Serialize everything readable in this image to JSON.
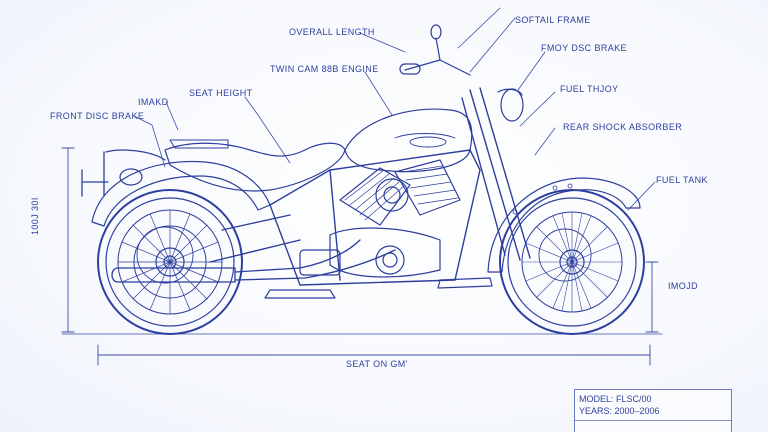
{
  "labels": {
    "overall_length": "OVERALL LENGTH",
    "softail_frame": "SOFTAIL FRAME",
    "front_disc_brake_right": "FMOY DSC BRAKE",
    "engine": "TWIN CAM 88B ENGINE",
    "fuel_top": "FUEL THJOY",
    "seat_height": "SEAT HEIGHT",
    "front_disc_brake_left": "FRONT DISC BRAKE",
    "imakd": "IMAKD",
    "rear_shock": "REAR SHOCK ABSORBER",
    "fuel_tank": "FUEL TANK",
    "left_dimension": "100J 30I",
    "right_dimension": "IMOJD",
    "bottom_dimension": "SEAT ON GM'"
  },
  "title_block": {
    "model": "MODEL: FLSC/00",
    "years": "YEARS: 2000–2006"
  },
  "colors": {
    "ink": "#2d3f9e",
    "light_ink": "#8a97cf",
    "background": "#ffffff"
  }
}
